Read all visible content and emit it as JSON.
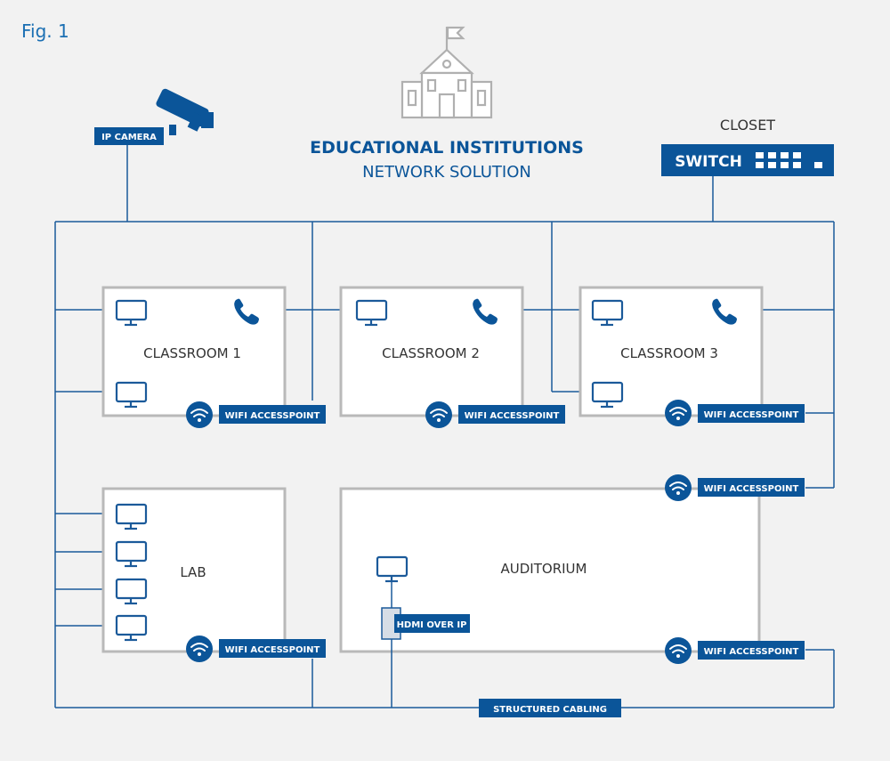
{
  "figure_label": "Fig. 1",
  "title_line1": "EDUCATIONAL INSTITUTIONS",
  "title_line2": "NETWORK SOLUTION",
  "closet_label": "CLOSET",
  "switch_label": "SWITCH",
  "ip_camera_label": "IP CAMERA",
  "rooms": {
    "classroom1": "CLASSROOM 1",
    "classroom2": "CLASSROOM 2",
    "classroom3": "CLASSROOM 3",
    "lab": "LAB",
    "auditorium": "AUDITORIUM"
  },
  "wifi_label": "WIFI ACCESSPOINT",
  "hdmi_label": "HDMI OVER IP",
  "structured_cabling_label": "STRUCTURED CABLING",
  "colors": {
    "brand_blue": "#0b5599",
    "wire_blue": "#1b5a9a",
    "room_border": "#b9b9b9",
    "background": "#f2f2f2"
  },
  "icons": [
    "school-building-icon",
    "cctv-camera-icon",
    "switch-ports-icon",
    "monitor-icon",
    "phone-icon",
    "wifi-icon"
  ]
}
